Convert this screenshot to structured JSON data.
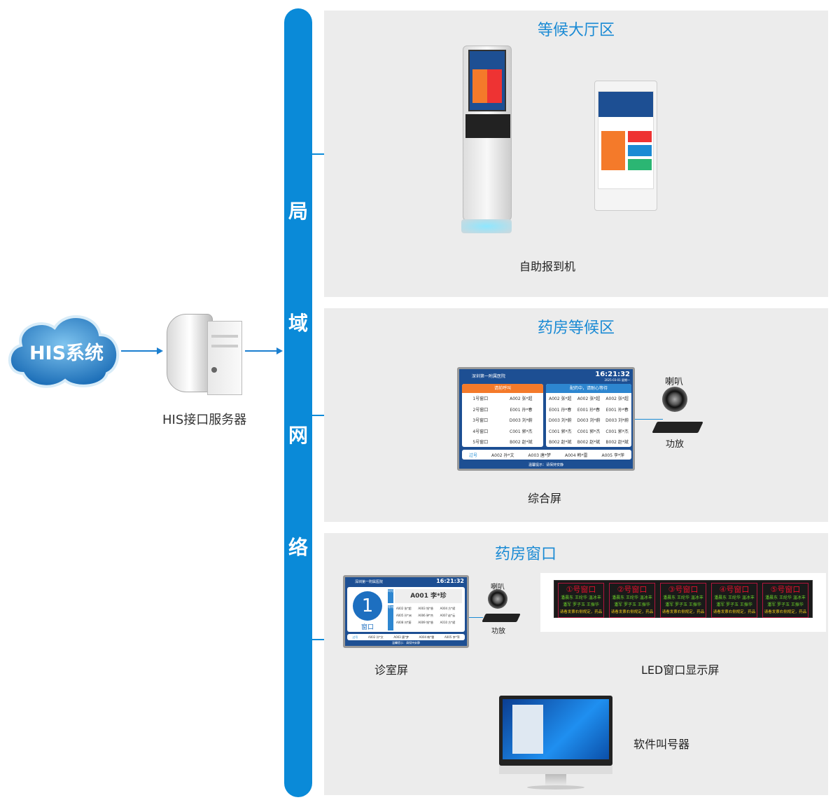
{
  "his_system": "HIS系统",
  "his_server": "HIS接口服务器",
  "network": [
    "局",
    "域",
    "网",
    "络"
  ],
  "zones": [
    {
      "title": "等候大厅区",
      "device_label": "自助报到机"
    },
    {
      "title": "药房等候区",
      "device_label": "综合屏",
      "speaker": "喇叭",
      "amplifier": "功放"
    },
    {
      "title": "药房窗口",
      "clinic_label": "诊室屏",
      "led_label": "LED窗口显示屏",
      "software_label": "软件叫号器",
      "speaker": "喇叭",
      "amplifier": "功放"
    }
  ],
  "combo_screen": {
    "hospital": "深圳第一附属医院",
    "time": "16:21:32",
    "date": "2025-03-01 星期一",
    "left_header": "请前呼叫",
    "right_header": "配药中，请耐心等待",
    "left_rows": [
      [
        "1号窗口",
        "A002 张*超"
      ],
      [
        "2号窗口",
        "E001 孙*春"
      ],
      [
        "3号窗口",
        "D003 刘*蔚"
      ],
      [
        "4号窗口",
        "C001 郭*杰"
      ],
      [
        "5号窗口",
        "B002 赵*斌"
      ]
    ],
    "right_rows": [
      "A002 张*超",
      "E001 孙*春",
      "D003 刘*蔚",
      "C001 郭*杰",
      "B002 赵*斌"
    ],
    "passed_label": "过号",
    "passed": [
      "A002 孙*文",
      "A003 唐*梦",
      "A004 韩*雷",
      "A005 李*萍"
    ],
    "footer": "温馨提示：请保持安静"
  },
  "clinic_screen": {
    "hospital": "深圳第一附属医院",
    "time": "16:21:32",
    "window_number": "1",
    "window_label": "窗口",
    "call_tag": "叫号",
    "current": "A001 李*珍",
    "wait_tag": "等待",
    "waiting": [
      "A002 张*超",
      "A003 钱*香",
      "A004 方*斌",
      "A005 孙*洲",
      "A006 钟*杰",
      "A007 赵*云",
      "A008 刘*蔚",
      "A009 钱*香",
      "A010 方*斌"
    ],
    "passed_label": "过号",
    "passed": [
      "A002 孙*文",
      "A003 唐*梦",
      "A004 韩*雷",
      "A005 李*萍"
    ],
    "footer": "温馨提示：请保持安静"
  },
  "led_windows": [
    {
      "title": "①号窗口",
      "line1": "潘晨东 王纶华 温冰丰",
      "line2": "潘军 罗子玉 王振华",
      "line3": "请看发票右侧规定，药品"
    },
    {
      "title": "②号窗口",
      "line1": "潘晨东 王纶华 温冰丰",
      "line2": "潘军 罗子玉 王振华",
      "line3": "请看发票右侧规定，药品"
    },
    {
      "title": "③号窗口",
      "line1": "潘晨东 王纶华 温冰丰",
      "line2": "潘军 罗子玉 王振华",
      "line3": "请看发票右侧规定，药品"
    },
    {
      "title": "④号窗口",
      "line1": "潘晨东 王纶华 温冰丰",
      "line2": "潘军 罗子玉 王振华",
      "line3": "请看发票右侧规定，药品"
    },
    {
      "title": "⑤号窗口",
      "line1": "潘晨东 王纶华 温冰丰",
      "line2": "潘军 罗子玉 王振华",
      "line3": "请看发票右侧规定，药品"
    }
  ],
  "colors": {
    "network": "#0a8ad8",
    "title": "#1a8ad4",
    "panel": "#ececec",
    "screen": "#1d4f93",
    "orange": "#f47a2a"
  }
}
